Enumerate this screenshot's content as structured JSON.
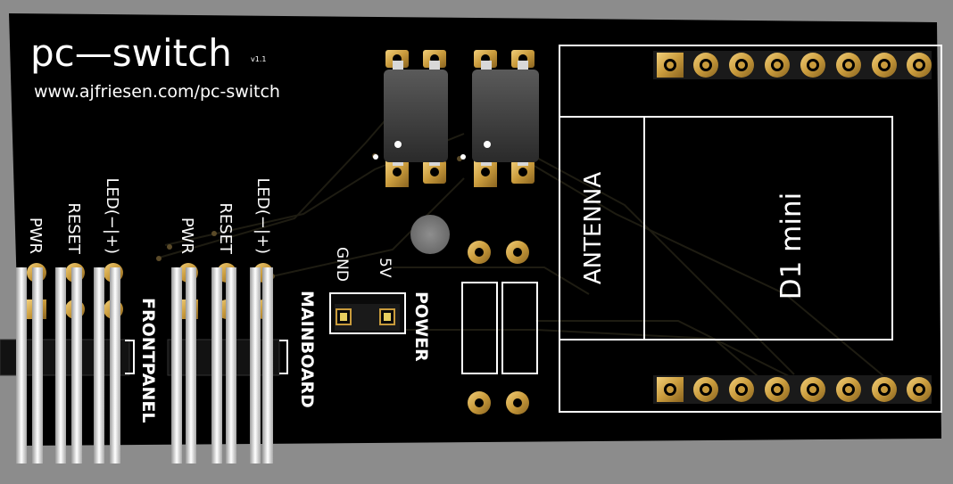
{
  "board": {
    "title": "pc—switch",
    "version": "v1.1",
    "url": "www.ajfriesen.com/pc-switch"
  },
  "frontpanel": {
    "label": "FRONTPANEL",
    "pins": [
      "PWR",
      "RESET",
      "LED(−|+)"
    ]
  },
  "mainboard": {
    "label": "MAINBOARD",
    "pins": [
      "PWR",
      "RESET",
      "LED(−|+)"
    ]
  },
  "power": {
    "label": "POWER",
    "pin_gnd": "GND",
    "pin_5v": "5V"
  },
  "module": {
    "antenna_label": "ANTENNA",
    "name": "D1 mini"
  },
  "colors": {
    "background": "#8c8c8c",
    "board": "#000000",
    "silkscreen": "#ffffff",
    "pad_gold": "#c99b3c",
    "trace": "#1c1a10"
  }
}
